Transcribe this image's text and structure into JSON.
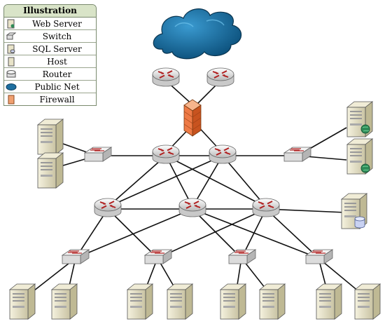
{
  "legend": {
    "title": "Illustration",
    "items": [
      {
        "icon": "web-server-icon",
        "label": "Web Server"
      },
      {
        "icon": "switch-icon",
        "label": "Switch"
      },
      {
        "icon": "sql-server-icon",
        "label": "SQL Server"
      },
      {
        "icon": "host-icon",
        "label": "Host"
      },
      {
        "icon": "router-icon",
        "label": "Router"
      },
      {
        "icon": "public-net-icon",
        "label": "Public Net"
      },
      {
        "icon": "firewall-icon",
        "label": "Firewall"
      }
    ]
  },
  "colors": {
    "cloud": "#1e6fa0",
    "router_arrow": "#c0392b",
    "firewall": "#e8623a",
    "legend_header": "#d9e4c8",
    "server_body": "#e8e3c8"
  }
}
